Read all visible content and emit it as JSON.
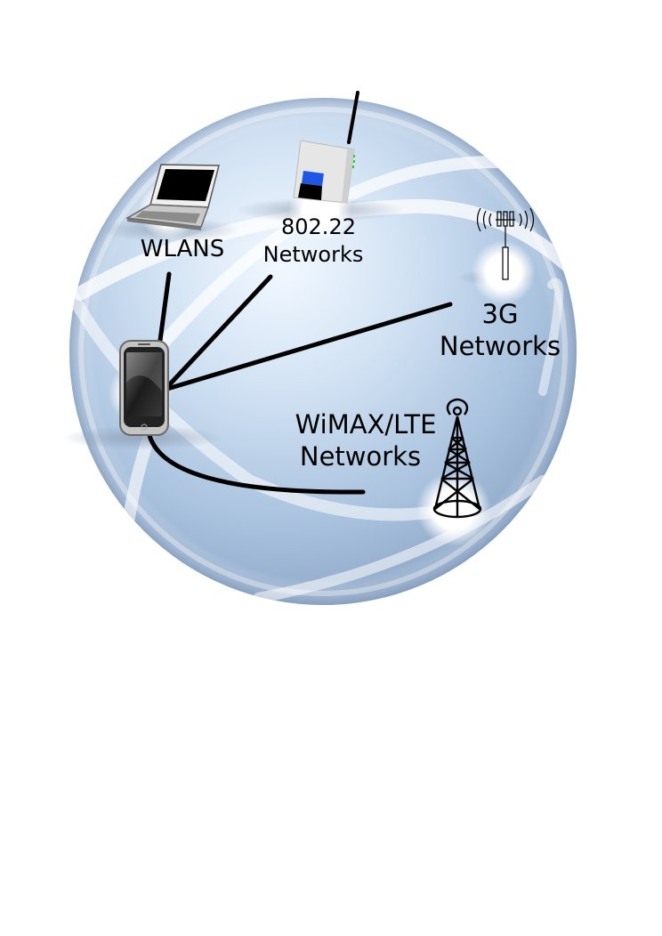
{
  "labels": {
    "wlans": "WLANS",
    "n80222_line1": "802.22",
    "n80222_line2": "Networks",
    "g3_line1": "3G",
    "g3_line2": "Networks",
    "wimax_line1": "WiMAX/LTE",
    "wimax_line2": "Networks"
  },
  "colors": {
    "globe_light": "#eef5fd",
    "globe_mid": "#b9cfe6",
    "globe_dark": "#8eaacb",
    "link": "#000000",
    "router_screen": "#1f56e8"
  },
  "icons": [
    "laptop-icon",
    "router-icon",
    "cell-antenna-icon",
    "radio-tower-icon",
    "smartphone-icon"
  ]
}
